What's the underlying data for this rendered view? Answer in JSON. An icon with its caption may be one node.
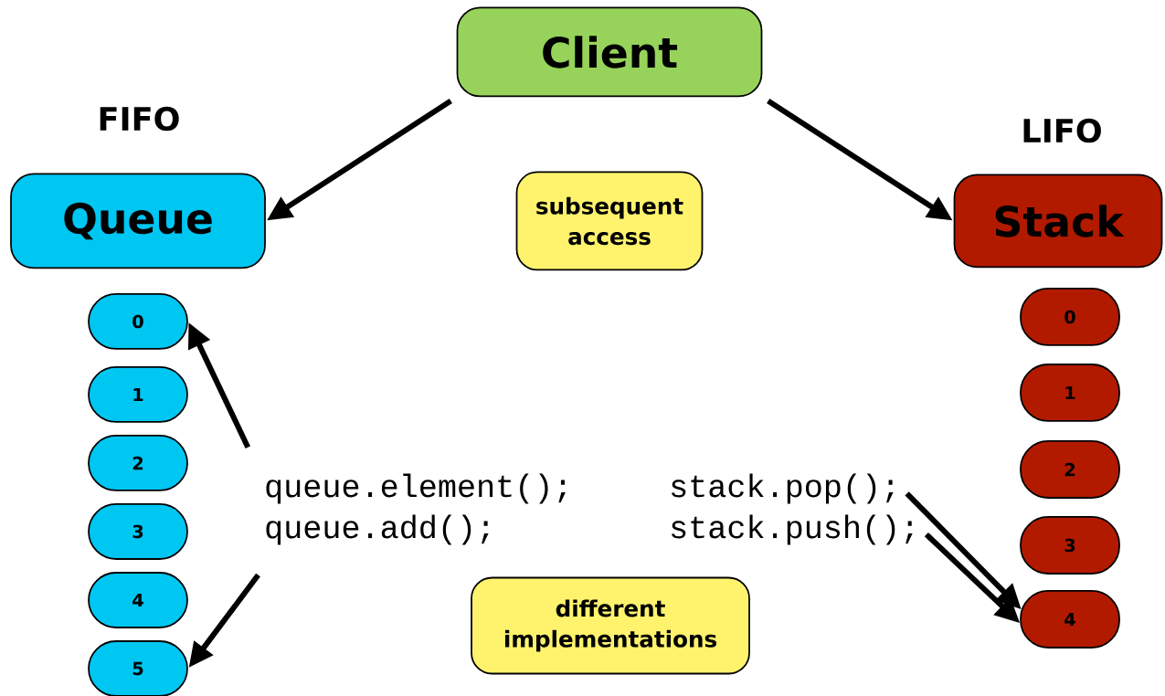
{
  "diagram": {
    "nodes": [
      {
        "text": [
          "Client"
        ]
      },
      {
        "text": [
          "Queue"
        ],
        "beside": [
          "FIFO"
        ]
      },
      {
        "text": [
          "Stack"
        ],
        "beside": [
          "LIFO"
        ]
      },
      {
        "text": [
          "subsequent access"
        ]
      },
      {
        "text": [
          "0"
        ]
      },
      {
        "text": [
          "1"
        ]
      },
      {
        "text": [
          "2"
        ]
      },
      {
        "text": [
          "3"
        ]
      },
      {
        "text": [
          "4"
        ]
      },
      {
        "text": [
          "5"
        ]
      },
      {
        "text": [
          "0"
        ]
      },
      {
        "text": [
          "1"
        ]
      },
      {
        "text": [
          "2"
        ]
      },
      {
        "text": [
          "3"
        ]
      },
      {
        "text": [
          "4"
        ]
      },
      {
        "text": [
          "different implementations"
        ]
      },
      {
        "text": [
          "queue.element();"
        ]
      },
      {
        "text": [
          "queue.add();"
        ]
      },
      {
        "text": [
          "stack.pop();"
        ]
      },
      {
        "text": [
          "stack.push();"
        ]
      }
    ],
    "edges": [
      {
        "from": 0,
        "to": 1,
        "arrow": "to"
      },
      {
        "from": 0,
        "to": 2,
        "arrow": "to"
      },
      {
        "from": 16,
        "to": 4,
        "arrow": "to"
      },
      {
        "from": 17,
        "to": 9,
        "arrow": "to"
      },
      {
        "from": 18,
        "to": 14,
        "arrow": "to"
      },
      {
        "from": 19,
        "to": 14,
        "arrow": "to"
      }
    ]
  }
}
